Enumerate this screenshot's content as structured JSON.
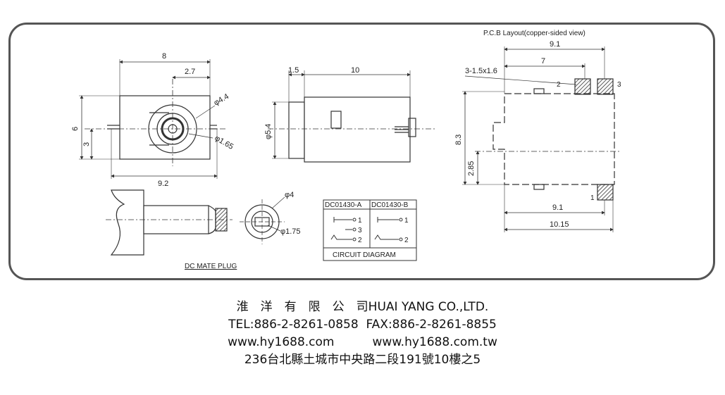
{
  "drawing": {
    "pcb_title": "P.C.B Layout(copper-sided view)",
    "front_view": {
      "width": "8",
      "offset": "2.7",
      "height": "6",
      "center_height": "3",
      "bottom_width": "9.2",
      "dia_large": "φ4.4",
      "dia_small": "φ1.65"
    },
    "side_view": {
      "flange": "1.5",
      "length": "10",
      "dia": "φ5.4"
    },
    "pcb": {
      "top_width": "9.1",
      "mid_width": "7",
      "hole_spec": "3-1.5x1.6",
      "height": "8.3",
      "lower_height": "2.85",
      "bottom_width": "9.1",
      "total_width": "10.15",
      "pin1": "1",
      "pin2": "2",
      "pin3": "3"
    },
    "plug": {
      "label": "DC MATE PLUG",
      "dia_outer": "φ4",
      "dia_inner": "φ1.75"
    },
    "circuit": {
      "col_a": "DC01430-A",
      "col_b": "DC01430-B",
      "title": "CIRCUIT DIAGRAM",
      "a_pin1": "1",
      "a_pin3": "3",
      "a_pin2": "2",
      "b_pin1": "1",
      "b_pin2": "2"
    }
  },
  "footer": {
    "company_line": "淮　洋　有　限　公　司HUAI YANG CO.,LTD.",
    "phone_line": "TEL:886-2-8261-0858  FAX:886-2-8261-8855",
    "web_line": "www.hy1688.com          www.hy1688.com.tw",
    "address_line": "236台北縣土城市中央路二段191號10樓之5"
  }
}
